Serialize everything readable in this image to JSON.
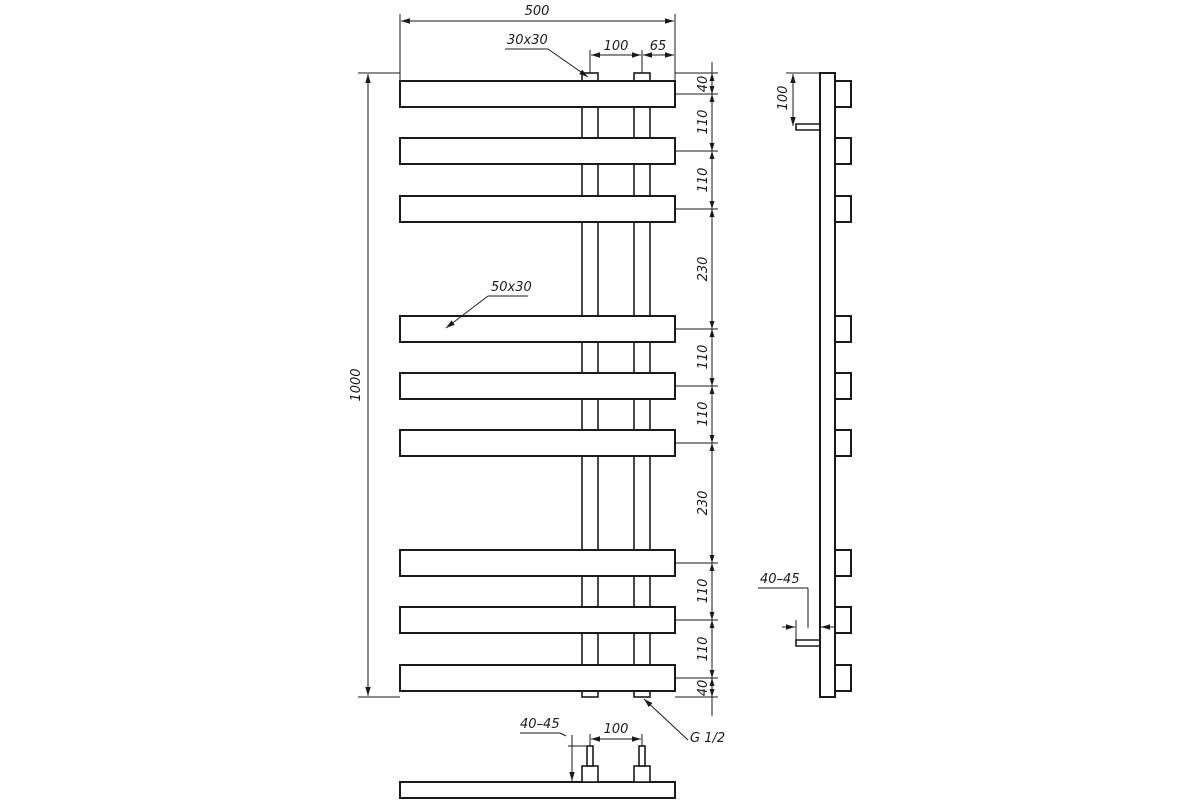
{
  "dimensions": {
    "overall_width": "500",
    "pipe_section": "30x30",
    "pipe_spacing": "100",
    "pipe_offset": "65",
    "overall_height": "1000",
    "bar_section": "50x30",
    "gaps": [
      "40",
      "110",
      "110",
      "230",
      "110",
      "110",
      "230",
      "110",
      "110",
      "40"
    ],
    "connection_thread": "G 1/2",
    "side_top_gap": "100",
    "side_wall_gap": "40–45",
    "bottom_wall_gap": "40–45",
    "bottom_pipe_spacing": "100"
  }
}
